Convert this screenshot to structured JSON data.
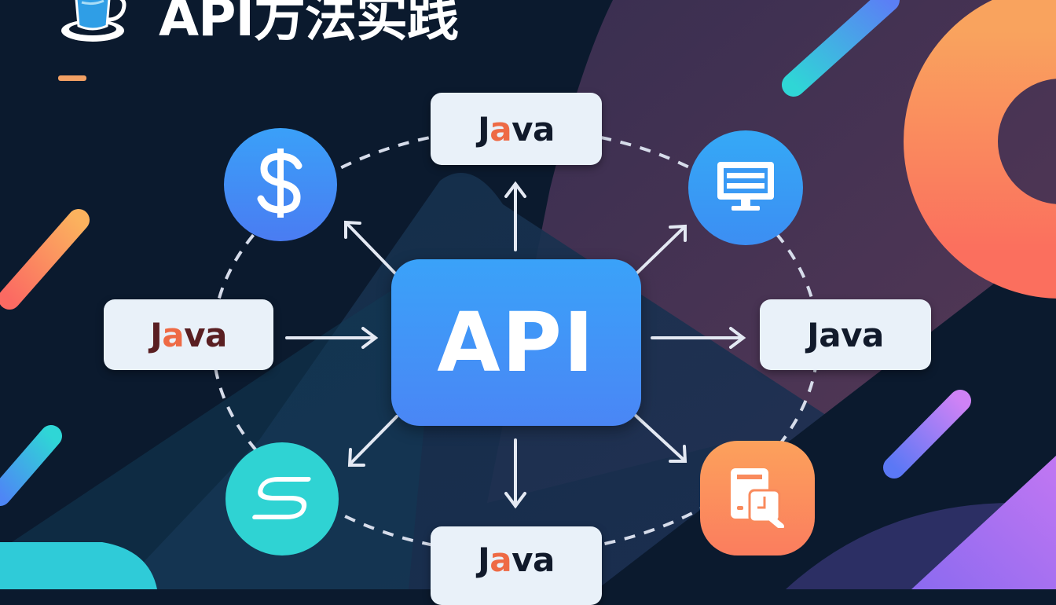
{
  "header": {
    "title": "API方法实践",
    "logo_icon": "coffee-cup-icon"
  },
  "center": {
    "label": "API",
    "color_top": "#3aa2f9",
    "color_bottom": "#4a86f5"
  },
  "java_boxes": [
    {
      "position": "top",
      "prefix": "J",
      "accent": "a",
      "suffix": "va",
      "text_color": "#111a2b",
      "accent_color": "#ee6a45"
    },
    {
      "position": "left",
      "prefix": "J",
      "accent": "a",
      "suffix": "va",
      "text_color": "#5a1f22",
      "accent_color": "#ee6a45"
    },
    {
      "position": "right",
      "prefix": "J",
      "accent": "a",
      "suffix": "va",
      "text_color": "#111a2b",
      "accent_color": "#111a2b"
    },
    {
      "position": "bottom",
      "prefix": "J",
      "accent": "a",
      "suffix": "va",
      "text_color": "#111a2b",
      "accent_color": "#ee6a45"
    }
  ],
  "icon_nodes": [
    {
      "position": "top-left",
      "icon": "dollar-icon",
      "color": "#3f8ff7"
    },
    {
      "position": "top-right",
      "icon": "monitor-icon",
      "color": "#38a4f4"
    },
    {
      "position": "bottom-left",
      "icon": "s-logo-icon",
      "color": "#2fd3d3"
    },
    {
      "position": "bottom-right",
      "icon": "document-clock-search-icon",
      "color": "#f98a5c"
    }
  ],
  "connections": {
    "style": "dashed-ring",
    "arrows": [
      "up",
      "down",
      "left-in",
      "right",
      "up-left",
      "up-right",
      "down-left",
      "down-right"
    ]
  },
  "colors": {
    "background": "#0b1a2e",
    "accent_orange": "#f2a064",
    "ring_dash": "#d6dcea"
  }
}
